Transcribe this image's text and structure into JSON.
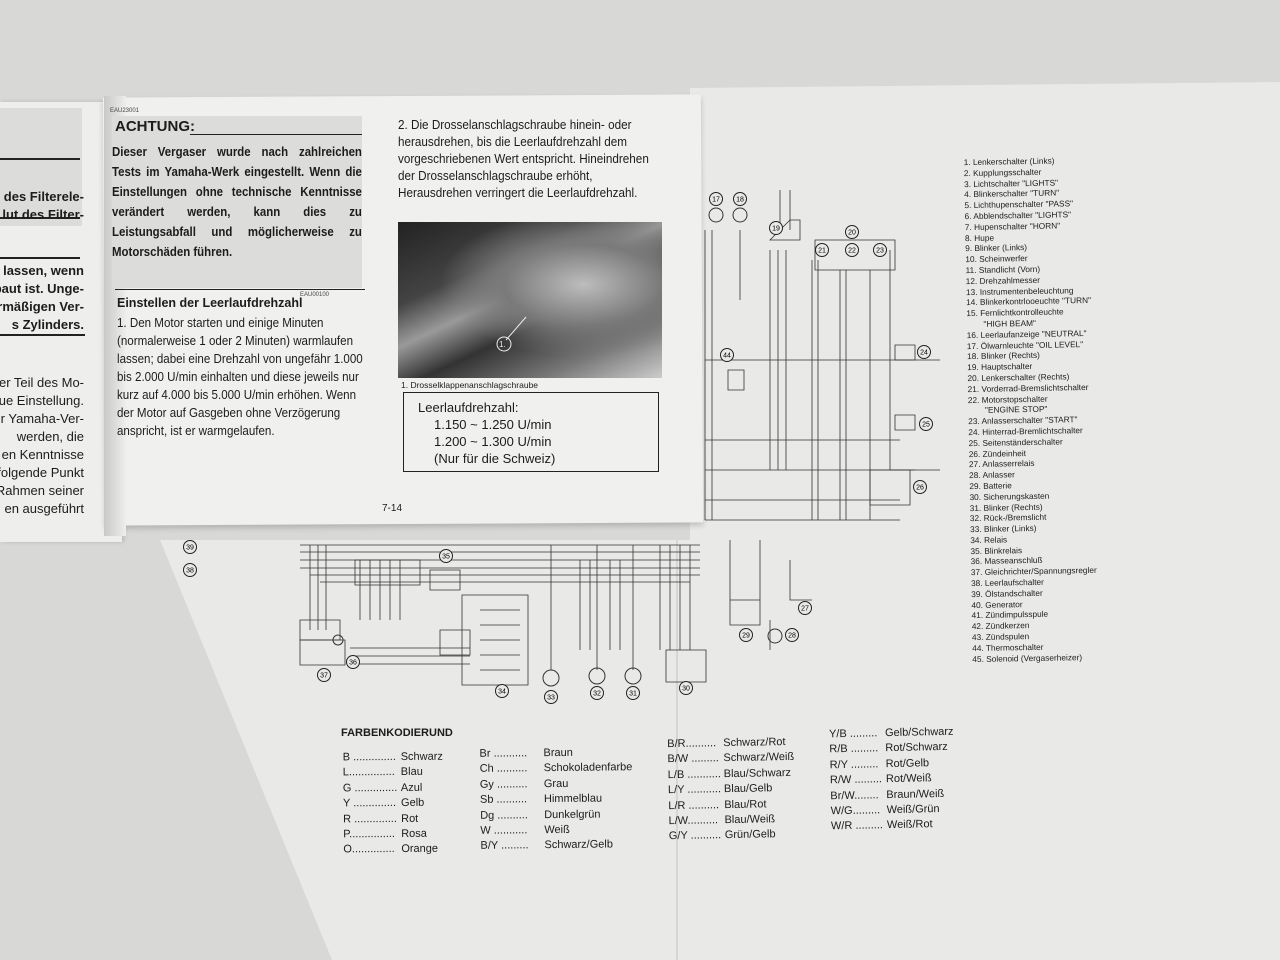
{
  "left_page": {
    "lines": [
      "des Filterele-",
      "lut des Filter-",
      "lassen, wenn",
      "baut ist. Unge-",
      "rmäßigen Ver-",
      "s Zylinders.",
      "er Teil des Mo-",
      "ue Einstellung.",
      "r Yamaha-Ver-",
      "werden, die",
      "en Kenntnisse",
      "folgende Punkt",
      "Rahmen seiner",
      "en ausgeführt"
    ]
  },
  "right_page": {
    "code_top": "EAU23001",
    "warning_title": "ACHTUNG:",
    "warning_text": "Dieser Vergaser wurde nach zahlreichen Tests im Yamaha-Werk eingestellt. Wenn die Einstellungen ohne technische Kenntnisse verändert werden, kann dies zu Leistungsabfall und möglicherweise zu Motorschäden führen.",
    "section_code": "EAU00100",
    "section_title": "Einstellen der Leerlaufdrehzahl",
    "step1": "1. Den Motor starten und einige Minuten (normalerweise 1 oder 2 Minuten) warmlaufen lassen; dabei eine Drehzahl von ungefähr 1.000 bis 2.000 U/min einhalten und diese jeweils nur kurz auf 4.000 bis 5.000 U/min erhöhen. Wenn der Motor auf Gasgeben ohne Verzögerung anspricht, ist er warmgelaufen.",
    "step2": "2. Die Drosselanschlagschraube hinein- oder herausdrehen, bis die Leerlaufdrehzahl dem vorgeschriebenen Wert entspricht. Hineindrehen der Drosselanschlagschraube erhöht, Herausdrehen verringert die Leerlaufdrehzahl.",
    "photo_callout": "1.",
    "photo_caption": "1. Drosselklappenanschlagschraube",
    "spec_title": "Leerlaufdrehzahl:",
    "spec_values": [
      "1.150 ~ 1.250 U/min",
      "1.200 ~ 1.300 U/min",
      "(Nur für die Schweiz)"
    ],
    "page_number": "7-14"
  },
  "diagram": {
    "component_numbers": [
      "17",
      "18",
      "19",
      "20",
      "21",
      "22",
      "23",
      "24",
      "25",
      "26",
      "27",
      "28",
      "29",
      "30",
      "31",
      "32",
      "33",
      "34",
      "35",
      "36",
      "37",
      "38",
      "39",
      "44"
    ]
  },
  "legend": [
    "1. Lenkerschalter (Links)",
    "2. Kupplungsschalter",
    "3. Lichtschalter \"LIGHTS\"",
    "4. Blinkerschalter \"TURN\"",
    "5. Lichthupenschalter \"PASS\"",
    "6. Abblendschalter \"LIGHTS\"",
    "7. Hupenschalter \"HORN\"",
    "8. Hupe",
    "9. Blinker (Links)",
    "10. Scheinwerfer",
    "11. Standlicht (Vorn)",
    "12. Drehzahlmesser",
    "13. Instrumentenbeleuchtung",
    "14. Blinkerkontrlooeuchte \"TURN\"",
    "15. Fernlichtkontrolleuchte",
    "\"HIGH BEAM\"",
    "16. Leerlaufanzeige \"NEUTRAL\"",
    "17. Ölwarnleuchte \"OIL LEVEL\"",
    "18. Blinker (Rechts)",
    "19. Hauptschalter",
    "20. Lenkerschalter (Rechts)",
    "21. Vorderrad-Bremslichtschalter",
    "22. Motorstopschalter",
    "\"ENGINE STOP\"",
    "23. Anlasserschalter \"START\"",
    "24. Hinterrad-Bremlichtschalter",
    "25. Seitenständerschalter",
    "26. Zündeinheit",
    "27. Anlasserrelais",
    "28. Anlasser",
    "29. Batterie",
    "30. Sicherungskasten",
    "31. Blinker (Rechts)",
    "32. Rück-/Bremslicht",
    "33. Blinker (Links)",
    "34. Relais",
    "35. Blinkrelais",
    "36. Masseanschluß",
    "37. Gleichrichter/Spannungsregler",
    "38. Leerlaufschalter",
    "39. Ölstandschalter",
    "40. Generator",
    "41. Zündimpulsspule",
    "42. Zündkerzen",
    "43. Zündspulen",
    "44. Thermoschalter",
    "45. Solenoid (Vergaserheizer)"
  ],
  "color_codes": {
    "title": "FARBENKODIERUND",
    "columns": [
      [
        [
          "B ..............",
          "Schwarz"
        ],
        [
          "L...............",
          "Blau"
        ],
        [
          "G ..............",
          "Azul"
        ],
        [
          "Y ..............",
          "Gelb"
        ],
        [
          "R ..............",
          "Rot"
        ],
        [
          "P...............",
          "Rosa"
        ],
        [
          "O..............",
          "Orange"
        ]
      ],
      [
        [
          "Br ........... ",
          "Braun"
        ],
        [
          "Ch .......... ",
          "Schokoladenfarbe"
        ],
        [
          "Gy .......... ",
          "Grau"
        ],
        [
          "Sb .......... ",
          "Himmelblau"
        ],
        [
          "Dg .......... ",
          "Dunkelgrün"
        ],
        [
          "W ........... ",
          "Weiß"
        ],
        [
          "B/Y ......... ",
          "Schwarz/Gelb"
        ]
      ],
      [
        [
          "B/R..........",
          "Schwarz/Rot"
        ],
        [
          "B/W .........",
          "Schwarz/Weiß"
        ],
        [
          "L/B ...........",
          "Blau/Schwarz"
        ],
        [
          "L/Y ...........",
          "Blau/Gelb"
        ],
        [
          "L/R ..........",
          "Blau/Rot"
        ],
        [
          "L/W..........",
          "Blau/Weiß"
        ],
        [
          "G/Y ..........",
          "Grün/Gelb"
        ]
      ],
      [
        [
          "Y/B ......... ",
          "Gelb/Schwarz"
        ],
        [
          "R/B ......... ",
          "Rot/Schwarz"
        ],
        [
          "R/Y ......... ",
          "Rot/Gelb"
        ],
        [
          "R/W ......... ",
          "Rot/Weiß"
        ],
        [
          "Br/W........ ",
          "Braun/Weiß"
        ],
        [
          "W/G......... ",
          "Weiß/Grün"
        ],
        [
          "W/R ......... ",
          "Weiß/Rot"
        ]
      ]
    ]
  }
}
